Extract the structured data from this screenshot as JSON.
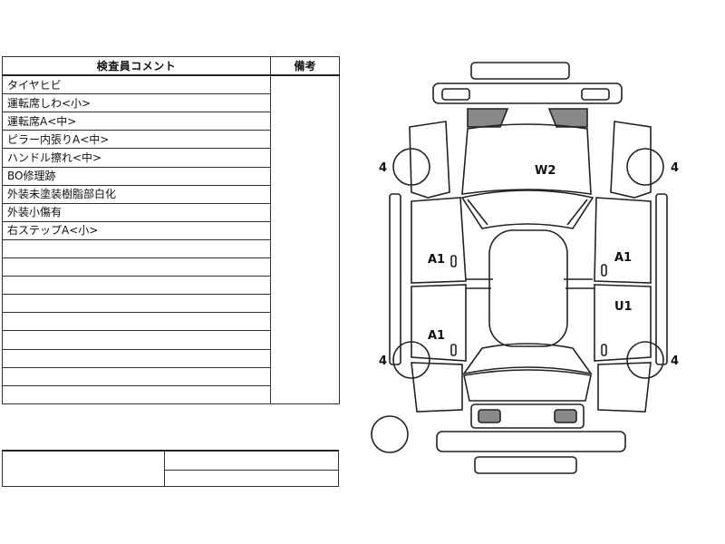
{
  "header": {
    "comments_title": "検査員コメント",
    "remarks_title": "備考"
  },
  "comments": [
    "タイヤヒビ",
    "運転席しわ<小>",
    "運転席A<中>",
    "ピラー内張りA<中>",
    "ハンドル擦れ<中>",
    "BO修理跡",
    "外装未塗装樹脂部白化",
    "外装小傷有",
    "右ステップA<小>"
  ],
  "empty_rows": 9,
  "diagram": {
    "marks": [
      {
        "id": "tire-front-left",
        "label": "4"
      },
      {
        "id": "tire-front-right",
        "label": "4"
      },
      {
        "id": "tire-rear-left",
        "label": "4"
      },
      {
        "id": "tire-rear-right",
        "label": "4"
      },
      {
        "id": "windshield",
        "label": "W2"
      },
      {
        "id": "left-front-door",
        "label": "A1"
      },
      {
        "id": "left-rear-door",
        "label": "A1"
      },
      {
        "id": "right-front-door",
        "label": "A1"
      },
      {
        "id": "right-rear-door",
        "label": "U1"
      }
    ]
  }
}
